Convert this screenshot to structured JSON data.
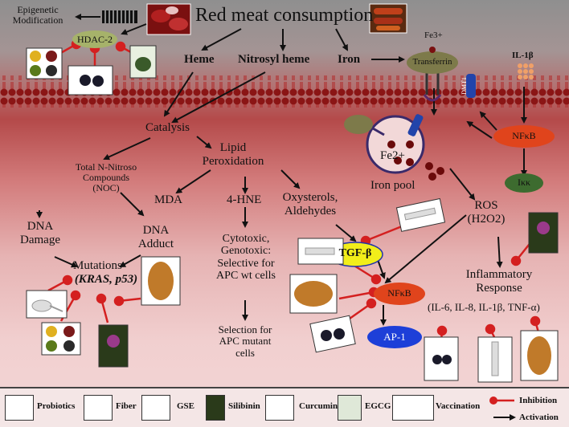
{
  "title": "Red meat consumption",
  "nodes": {
    "epigenetic": "Epigenetic Modification",
    "hdac2": "HDAC-2",
    "heme": "Heme",
    "nitrosyl_heme": "Nitrosyl heme",
    "iron": "Iron",
    "fe3": "Fe3+",
    "transferrin": "Transferrin",
    "il1b": "IL-1β",
    "dmt1": "DMT1",
    "catalysis": "Catalysis",
    "lipid_perox": "Lipid Peroxidation",
    "noc": "Total N-Nitroso Compounds (NOC)",
    "mda": "MDA",
    "hne": "4-HNE",
    "oxysterols": "Oxysterols, Aldehydes",
    "dna_damage": "DNA Damage",
    "dna_adduct": "DNA Adduct",
    "mutations": "Mutations",
    "genes": "(KRAS, p53)",
    "cytotoxic": "Cytotoxic, Genotoxic: Selective for APC wt cells",
    "selection": "Selection for APC mutant cells",
    "fe2": "Fe2+",
    "iron_pool": "Iron pool",
    "nfkb_top": "NFκB",
    "ikk": "Iκκ",
    "ros": "ROS (H2O2)",
    "tgfb": "TGF-β",
    "nfkb_mid": "NFκB",
    "ap1": "AP-1",
    "inflammatory": "Inflammatory Response",
    "cytokines": "(IL-6, IL-8, IL-1β, TNF-α)"
  },
  "legend": {
    "probiotics": "Probiotics",
    "fiber": "Fiber",
    "gse": "GSE",
    "silibinin": "Silibinin",
    "curcumin": "Curcumin",
    "egcg": "EGCG",
    "vaccination": "Vaccination",
    "inhibition": "Inhibition",
    "activation": "Activation"
  },
  "colors": {
    "inhibition": "#d42020",
    "activation": "#111111",
    "tgfb": "#f2ee1a",
    "nfkb": "#e0441c",
    "ap1": "#1d3fd8",
    "ikk": "#3d6b2f",
    "transferrin": "#7d7a4a",
    "dmt1": "#2244aa",
    "membrane": "#7a1414"
  }
}
